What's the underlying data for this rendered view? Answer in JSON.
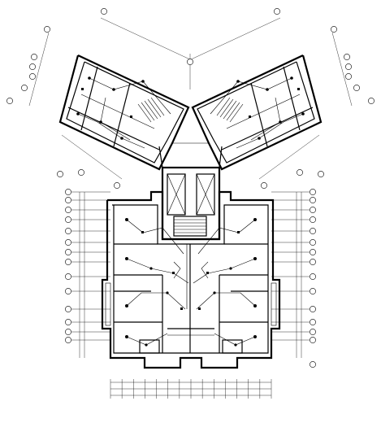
{
  "drawing": {
    "left_bubble_count": 14,
    "right_bubble_count": 14,
    "bottom_dimension_count": 14
  }
}
